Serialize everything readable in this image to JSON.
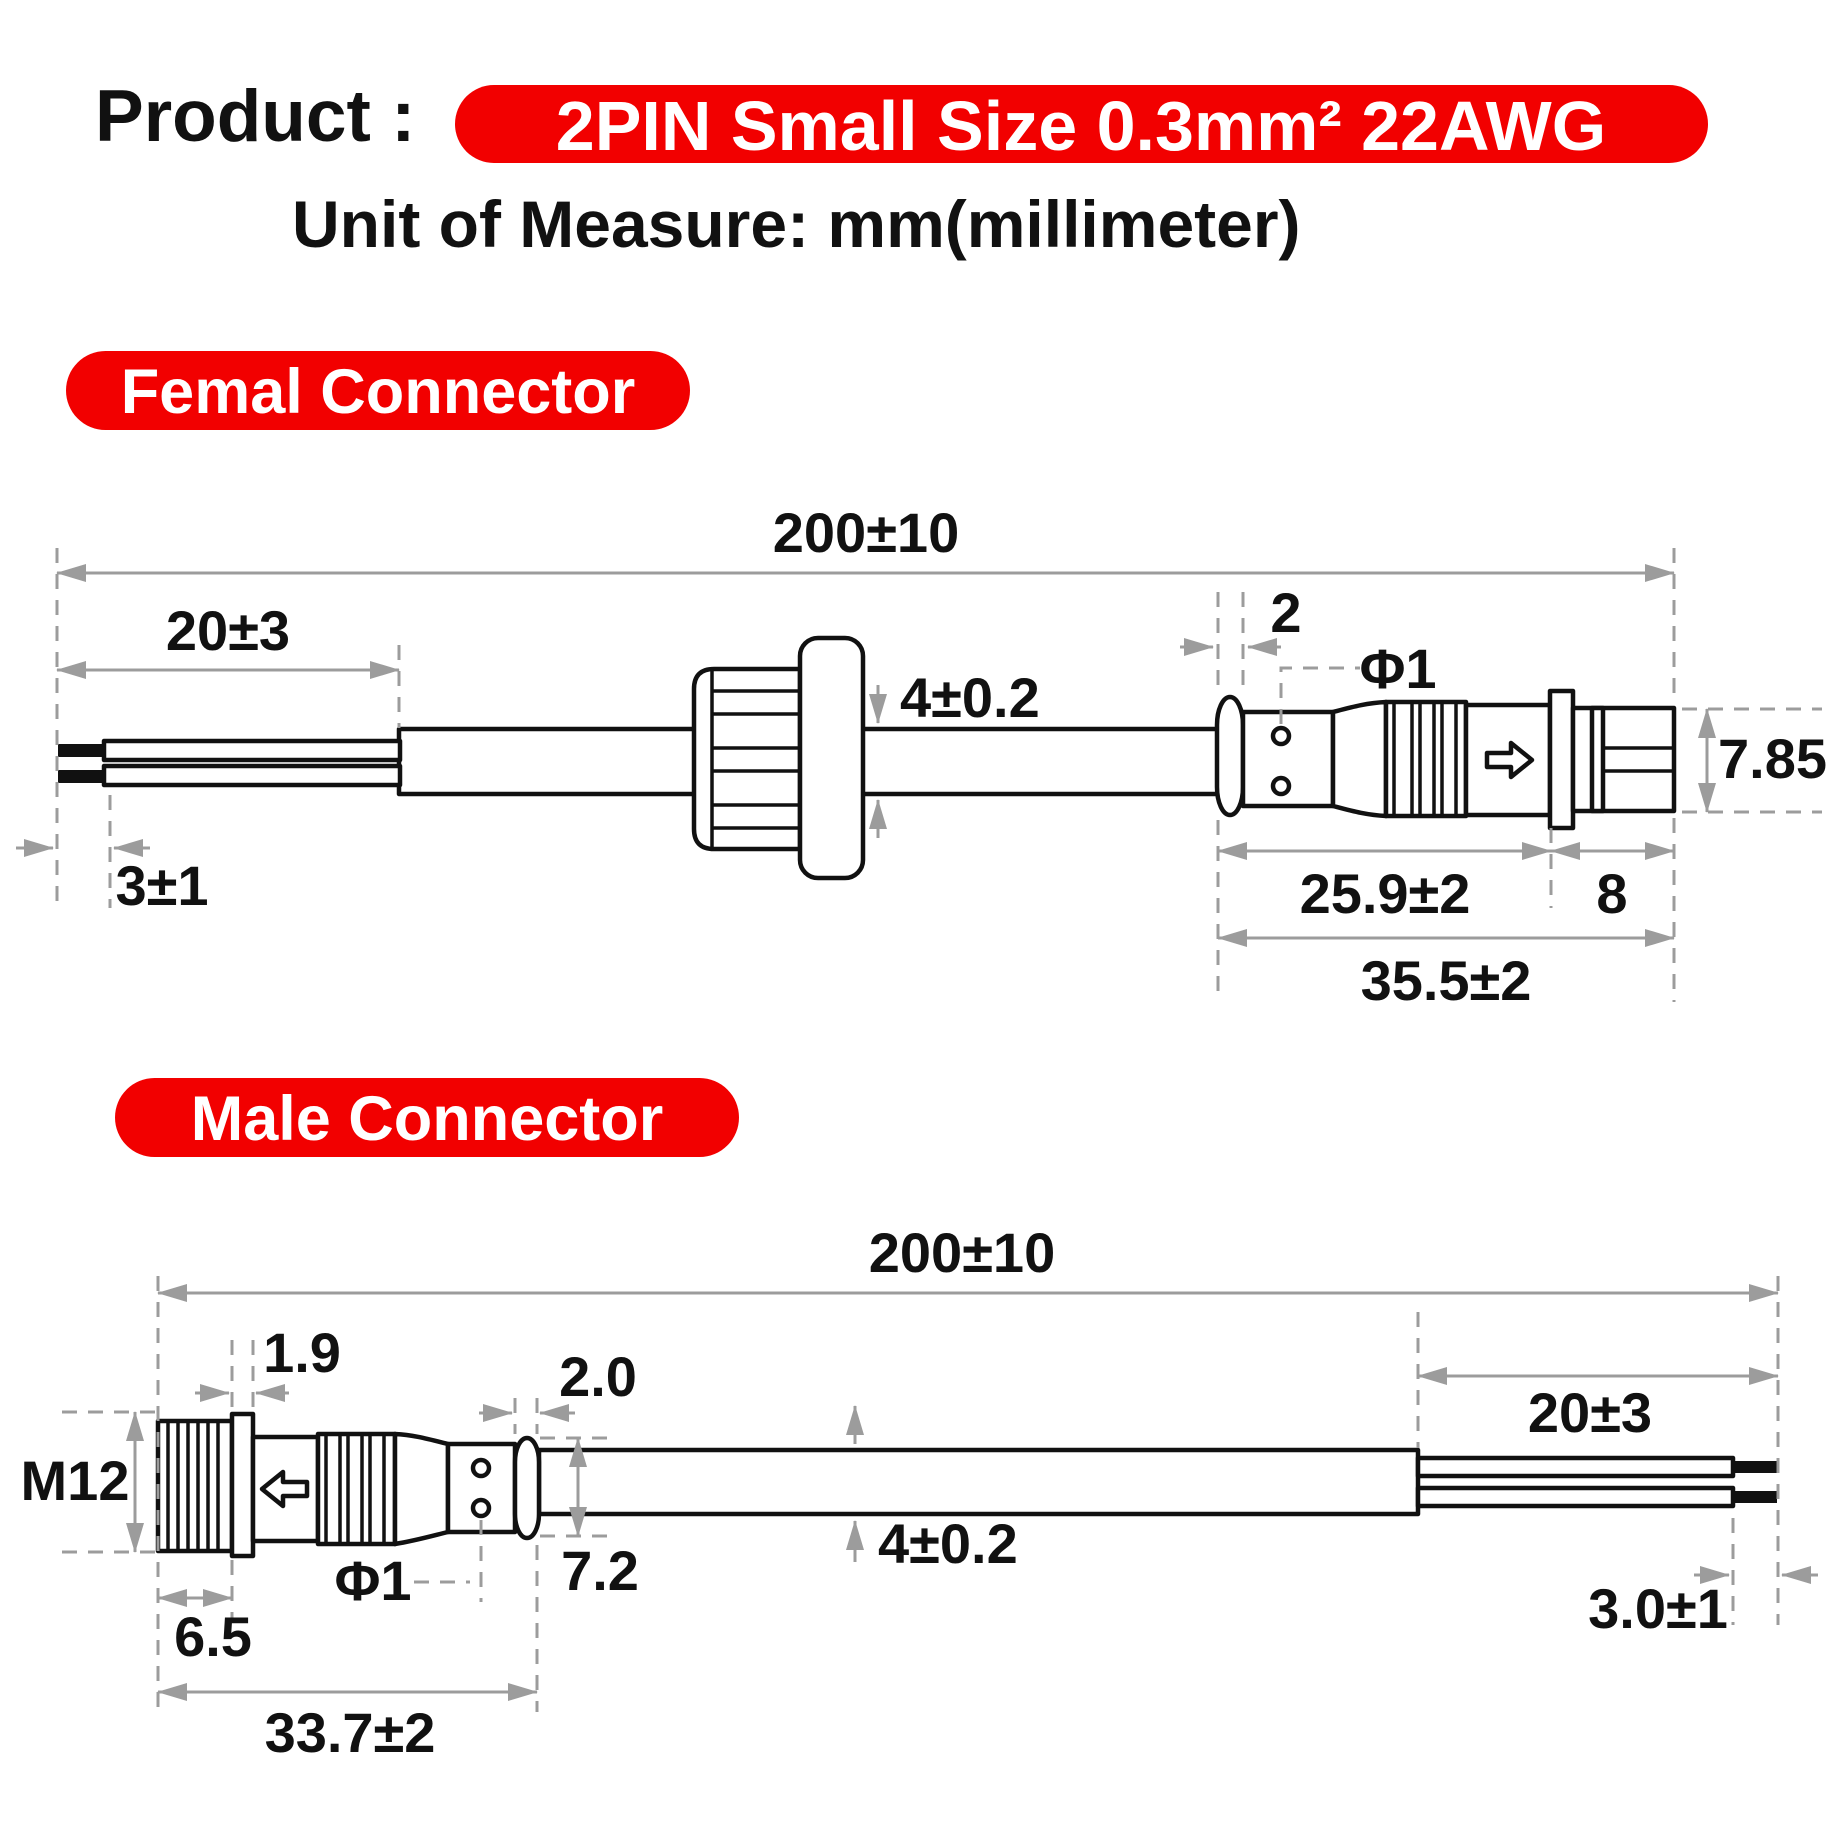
{
  "colors": {
    "badge_red": "#f20000",
    "ink": "#111111",
    "dim_gray": "#9c9c9c"
  },
  "title": {
    "prefix": "Product :",
    "highlight": "2PIN Small Size  0.3mm² 22AWG",
    "unit_line": "Unit of Measure:  mm(millimeter)"
  },
  "female": {
    "label": "Femal Connector",
    "dims": {
      "total_length": "200±10",
      "lead_length": "20±3",
      "strip_length": "3±1",
      "cable_diameter": "4±0.2",
      "cap_width": "2",
      "pin_diameter": "Φ1",
      "socket_height": "7.85",
      "body_length": "25.9±2",
      "socket_length": "8",
      "head_length": "35.5±2"
    }
  },
  "male": {
    "label": "Male Connector",
    "dims": {
      "total_length": "200±10",
      "flange_width": "1.9",
      "cap_width": "2.0",
      "lead_length": "20±3",
      "thread_size": "M12",
      "pin_diameter": "Φ1",
      "seal_height": "7.2",
      "cable_diameter": "4±0.2",
      "thread_length": "6.5",
      "strip_length": "3.0±1",
      "head_length": "33.7±2"
    }
  }
}
